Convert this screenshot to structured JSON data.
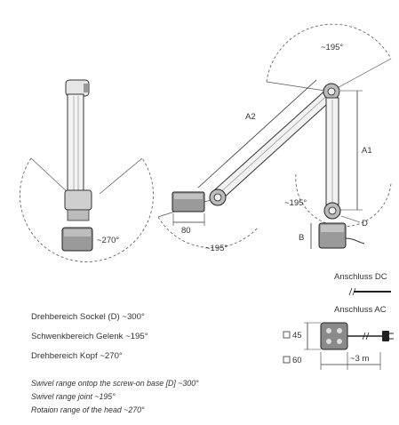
{
  "angles": {
    "left_head": "~270°",
    "top": "~195°",
    "joint": "~195°",
    "base": "~195°"
  },
  "dims": {
    "a1": "A1",
    "a2": "A2",
    "b": "B",
    "d": "D",
    "base_width": "80"
  },
  "connectors": {
    "dc_label": "Anschluss DC",
    "ac_label": "Anschluss AC",
    "size_45": "45",
    "size_60": "60",
    "cable_length": "~3 m"
  },
  "german_specs": [
    "Drehbereich Sockel (D) ~300°",
    "Schwenkbereich Gelenk ~195°",
    "Drehbereich Kopf ~270°"
  ],
  "english_specs": [
    "Swivel range ontop the screw-on base [D] ~300°",
    "Swivel range joint ~195°",
    "Rotaion range of the head ~270°"
  ]
}
